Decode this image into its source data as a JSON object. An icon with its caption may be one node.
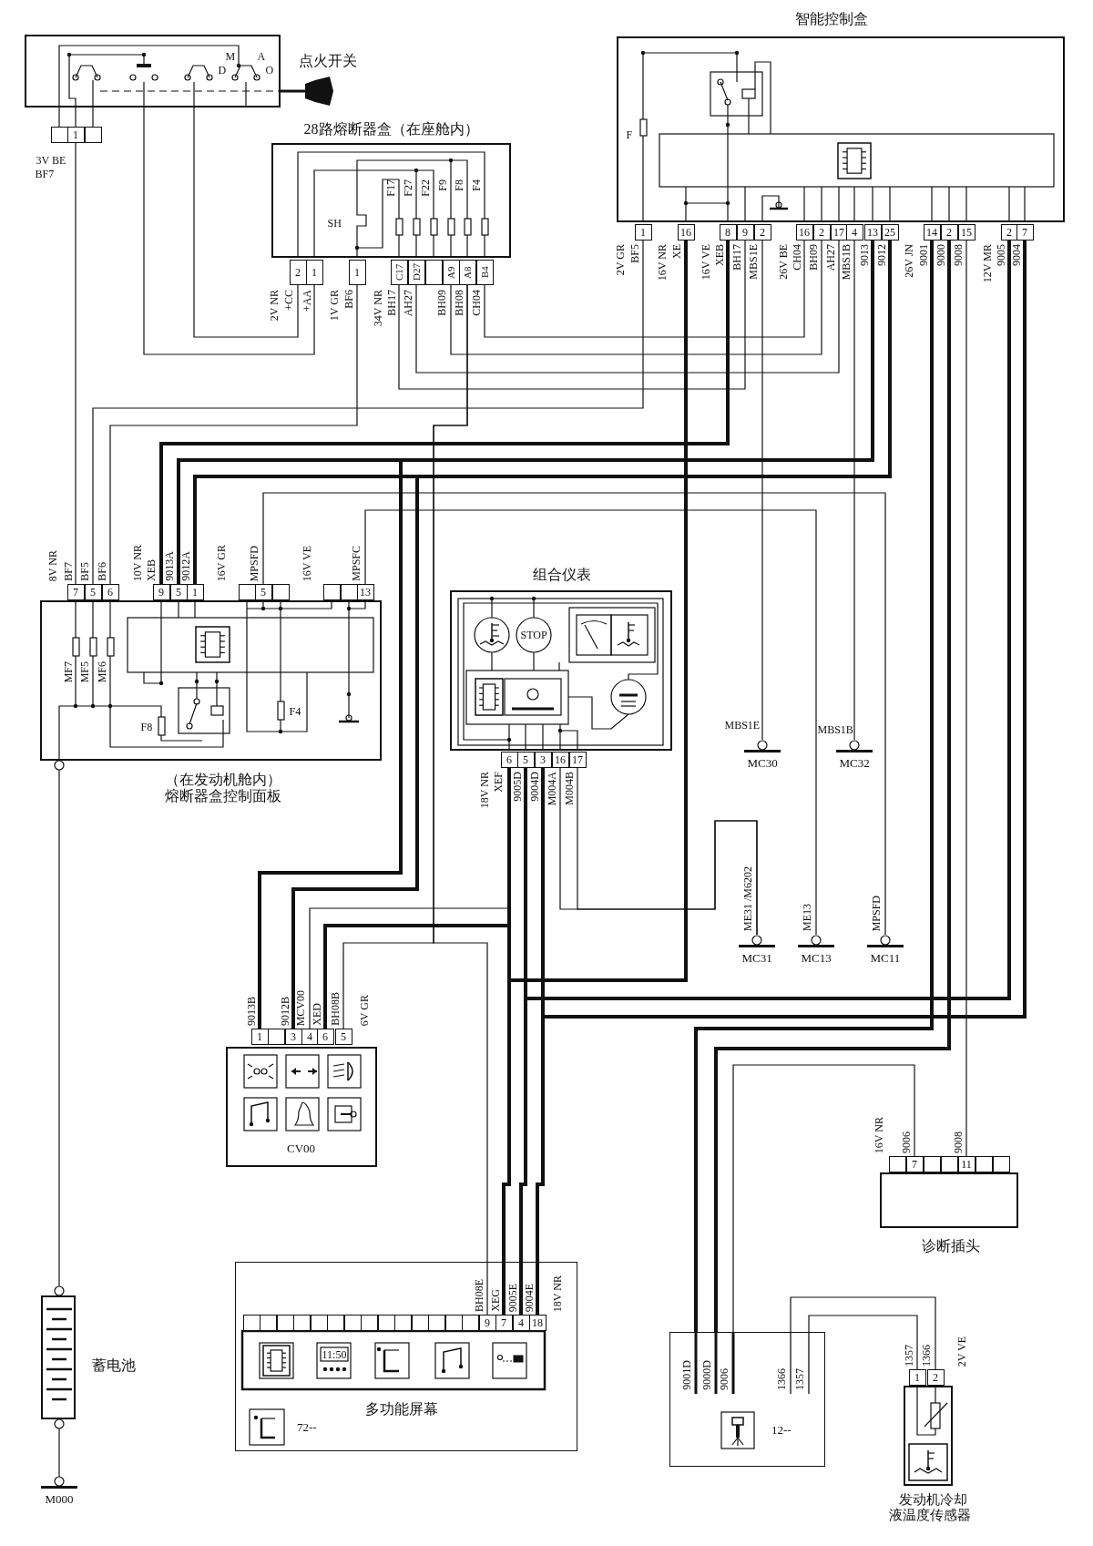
{
  "diagram": {
    "nodes": [
      {
        "text": [
          "点火开关"
        ]
      },
      {
        "text": [
          "28路熔断器盒（在座舱内）"
        ]
      },
      {
        "text": [
          "智能控制盒"
        ]
      },
      {
        "text": [
          "（在发动机舱内）熔断器盒控制面板"
        ]
      },
      {
        "text": [
          "组合仪表"
        ]
      },
      {
        "text": [
          "CV00"
        ]
      },
      {
        "text": [
          "诊断插头"
        ]
      },
      {
        "text": [
          "多功能屏幕",
          "72--"
        ]
      },
      {
        "text": [
          "12--"
        ]
      },
      {
        "text": [
          "发动机冷却液温度传感器"
        ]
      },
      {
        "text": [
          "蓄电池"
        ]
      },
      {
        "text": [
          "M000"
        ]
      },
      {
        "text": [
          "MC30"
        ]
      },
      {
        "text": [
          "MC32"
        ]
      },
      {
        "text": [
          "MC31"
        ]
      },
      {
        "text": [
          "MC13"
        ]
      },
      {
        "text": [
          "MC11"
        ]
      }
    ],
    "edges": [
      {
        "from": 0,
        "to": 3,
        "arrow": "none"
      },
      {
        "from": 0,
        "to": 1,
        "arrow": "none"
      },
      {
        "from": 0,
        "to": 1,
        "arrow": "none"
      },
      {
        "from": 1,
        "to": 3,
        "arrow": "none"
      },
      {
        "from": 1,
        "to": 2,
        "arrow": "none"
      },
      {
        "from": 1,
        "to": 2,
        "arrow": "none"
      },
      {
        "from": 1,
        "to": 2,
        "arrow": "none"
      },
      {
        "from": 1,
        "to": 2,
        "arrow": "none"
      },
      {
        "from": 1,
        "to": 5,
        "arrow": "none"
      },
      {
        "from": 1,
        "to": 7,
        "arrow": "none"
      },
      {
        "from": 2,
        "to": 3,
        "arrow": "none"
      },
      {
        "from": 2,
        "to": 4,
        "arrow": "none",
        "style": "thick"
      },
      {
        "from": 2,
        "to": 3,
        "arrow": "none",
        "style": "thick"
      },
      {
        "from": 2,
        "to": 12,
        "arrow": "none"
      },
      {
        "from": 2,
        "to": 3,
        "arrow": "none",
        "style": "thick"
      },
      {
        "from": 2,
        "to": 5,
        "arrow": "none",
        "style": "thick"
      },
      {
        "from": 2,
        "to": 3,
        "arrow": "none",
        "style": "thick"
      },
      {
        "from": 2,
        "to": 5,
        "arrow": "none",
        "style": "thick"
      },
      {
        "from": 2,
        "to": 13,
        "arrow": "none"
      },
      {
        "from": 2,
        "to": 8,
        "arrow": "none",
        "style": "thick"
      },
      {
        "from": 2,
        "to": 8,
        "arrow": "none",
        "style": "thick"
      },
      {
        "from": 2,
        "to": 6,
        "arrow": "none"
      },
      {
        "from": 2,
        "to": 4,
        "arrow": "none",
        "style": "thick"
      },
      {
        "from": 2,
        "to": 4,
        "arrow": "none",
        "style": "thick"
      },
      {
        "from": 4,
        "to": 7,
        "arrow": "none",
        "style": "thick"
      },
      {
        "from": 4,
        "to": 7,
        "arrow": "none",
        "style": "thick"
      },
      {
        "from": 4,
        "to": 7,
        "arrow": "none",
        "style": "thick"
      },
      {
        "from": 4,
        "to": 5,
        "arrow": "none"
      },
      {
        "from": 4,
        "to": 5,
        "arrow": "none",
        "style": "thick"
      },
      {
        "from": 3,
        "to": 16,
        "arrow": "none"
      },
      {
        "from": 3,
        "to": 15,
        "arrow": "none"
      },
      {
        "from": 4,
        "to": 14,
        "arrow": "none"
      },
      {
        "from": 4,
        "to": 14,
        "arrow": "none"
      },
      {
        "from": 6,
        "to": 8,
        "arrow": "none"
      },
      {
        "from": 8,
        "to": 9,
        "arrow": "none"
      },
      {
        "from": 8,
        "to": 9,
        "arrow": "none"
      },
      {
        "from": 3,
        "to": 10,
        "arrow": "other"
      },
      {
        "from": 10,
        "to": 11,
        "arrow": "other"
      }
    ],
    "labels": [
      "M",
      "D",
      "A",
      "O",
      "1",
      "3V BE",
      "BF7",
      "SH",
      "F17",
      "F27",
      "F22",
      "F9",
      "F8",
      "F4",
      "2",
      "1",
      "1",
      "C17",
      "D27",
      "A9",
      "A8",
      "B4",
      "2V NR",
      "+CC",
      "+AA",
      "1V GR",
      "BF6",
      "34V NR",
      "BH17",
      "AH27",
      "BH09",
      "BH08",
      "CH04",
      "F",
      "1",
      "16",
      "8",
      "9",
      "2",
      "16",
      "2",
      "17",
      "4",
      "13",
      "25",
      "14",
      "2",
      "15",
      "2",
      "7",
      "2V GR",
      "BF5",
      "16V NR",
      "XE",
      "16V VE",
      "XEB",
      "BH17",
      "MBS1E",
      "26V BE",
      "CH04",
      "BH09",
      "AH27",
      "MBS1B",
      "9013",
      "9012",
      "26V JN",
      "9001",
      "9000",
      "9008",
      "12V MR",
      "9005",
      "9004",
      "8V NR",
      "BF7",
      "BF5",
      "BF6",
      "10V NR",
      "XEB",
      "9013A",
      "9012A",
      "16V GR",
      "MPSFD",
      "16V VE",
      "MPSFC",
      "7",
      "5",
      "6",
      "9",
      "5",
      "1",
      "5",
      "13",
      "MF7",
      "MF5",
      "MF6",
      "F8",
      "F4",
      "STOP",
      "6",
      "5",
      "3",
      "16",
      "17",
      "18V NR",
      "XEF",
      "9005D",
      "9004D",
      "M004A",
      "M004B",
      "MBS1E",
      "MBS1B",
      "ME31 /M6202",
      "ME13",
      "MPSFD",
      "9013B",
      "9012B",
      "MCV00",
      "XED",
      "BH08B",
      "6V GR",
      "1",
      "3",
      "4",
      "6",
      "5",
      "16V NR",
      "9006",
      "9008",
      "7",
      "11",
      "BH08E",
      "XEG",
      "9005E",
      "9004E",
      "18V NR",
      "9",
      "7",
      "4",
      "18",
      "11:50",
      "9001D",
      "9000D",
      "9006",
      "1366",
      "1357",
      "1357",
      "1366",
      "2V VE",
      "1",
      "2"
    ]
  }
}
